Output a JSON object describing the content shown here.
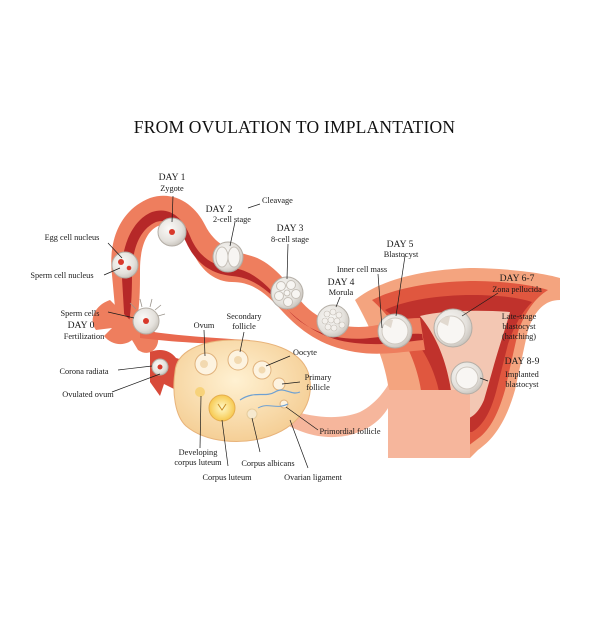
{
  "title": "FROM OVULATION TO IMPLANTATION",
  "colors": {
    "tube_outer": "#ee7e5e",
    "tube_inner": "#b62828",
    "uterus_skin": "#f6b69c",
    "ovary": "#fbe0b2",
    "embryo": "#e9e6e2",
    "nucleus": "#d8392b"
  },
  "stages": {
    "day1": {
      "day": "DAY 1",
      "name": "Zygote"
    },
    "day2": {
      "day": "DAY 2",
      "name": "2-cell stage",
      "note": "Cleavage"
    },
    "day3": {
      "day": "DAY 3",
      "name": "8-cell stage"
    },
    "day4": {
      "day": "DAY 4",
      "name": "Morula"
    },
    "day5": {
      "day": "DAY 5",
      "name": "Blastocyst",
      "note": "Inner cell mass"
    },
    "day67": {
      "day": "DAY 6-7",
      "name": "Zona pellucida",
      "note_lines": [
        "Late-stage",
        "blastocyst",
        "(hatching)"
      ]
    },
    "day89": {
      "day": "DAY 8-9",
      "name_lines": [
        "Implanted",
        "blastocyst"
      ]
    },
    "day0": {
      "day": "DAY 0",
      "name": "Fertilization"
    }
  },
  "labels": {
    "egg_cell_nucleus": "Egg cell nucleus",
    "sperm_cell_nucleus": "Sperm cell nucleus",
    "sperm_cells": "Sperm cells",
    "corona_radiata": "Corona radiata",
    "ovulated_ovum": "Ovulated ovum",
    "ovum": "Ovum",
    "secondary_follicle": [
      "Secondary",
      "follicle"
    ],
    "oocyte": "Oocyte",
    "primary_follicle": [
      "Primary",
      "follicle"
    ],
    "primordial_follicle": "Primordial follicle",
    "developing_corpus_luteum": [
      "Developing",
      "corpus luteum"
    ],
    "corpus_luteum": "Corpus luteum",
    "corpus_albicans": "Corpus albicans",
    "ovarian_ligament": "Ovarian ligament"
  }
}
